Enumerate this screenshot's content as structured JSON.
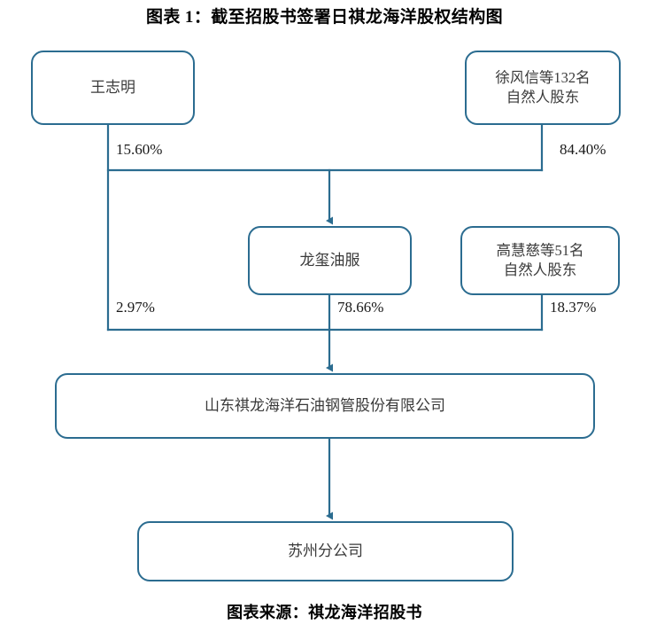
{
  "title": "图表 1：截至招股书签署日祺龙海洋股权结构图",
  "source": "图表来源：祺龙海洋招股书",
  "colors": {
    "border": "#2b6c90",
    "line": "#2b6c90",
    "node_fill": "#ffffff",
    "node_text": "#3a3a3a",
    "title_text": "#000000"
  },
  "chart_data": {
    "type": "diagram",
    "title": "图表 1：截至招股书签署日祺龙海洋股权结构图",
    "nodes": [
      {
        "id": "wang",
        "label": "王志明",
        "tier": 1
      },
      {
        "id": "xu",
        "label": "徐风信等132名\n自然人股东",
        "tier": 1
      },
      {
        "id": "longxi",
        "label": "龙玺油服",
        "tier": 2
      },
      {
        "id": "gao",
        "label": "高慧慈等51名\n自然人股东",
        "tier": 2
      },
      {
        "id": "main",
        "label": "山东祺龙海洋石油钢管股份有限公司",
        "tier": 3
      },
      {
        "id": "branch",
        "label": "苏州分公司",
        "tier": 4
      }
    ],
    "edges": [
      {
        "from": "wang",
        "to": "longxi",
        "label": "15.60%",
        "value": 15.6
      },
      {
        "from": "xu",
        "to": "longxi",
        "label": "84.40%",
        "value": 84.4
      },
      {
        "from": "wang",
        "to": "main",
        "label": "2.97%",
        "value": 2.97
      },
      {
        "from": "longxi",
        "to": "main",
        "label": "78.66%",
        "value": 78.66
      },
      {
        "from": "gao",
        "to": "main",
        "label": "18.37%",
        "value": 18.37
      },
      {
        "from": "main",
        "to": "branch",
        "label": "",
        "value": null
      }
    ]
  },
  "nodes": {
    "wang": {
      "label": "王志明"
    },
    "xu": {
      "label": "徐风信等132名\n自然人股东"
    },
    "longxi": {
      "label": "龙玺油服"
    },
    "gao": {
      "label": "高慧慈等51名\n自然人股东"
    },
    "main": {
      "label": "山东祺龙海洋石油钢管股份有限公司"
    },
    "branch": {
      "label": "苏州分公司"
    }
  },
  "percents": {
    "wang_to_longxi": "15.60%",
    "xu_to_longxi": "84.40%",
    "wang_to_main": "2.97%",
    "longxi_to_main": "78.66%",
    "gao_to_main": "18.37%"
  }
}
